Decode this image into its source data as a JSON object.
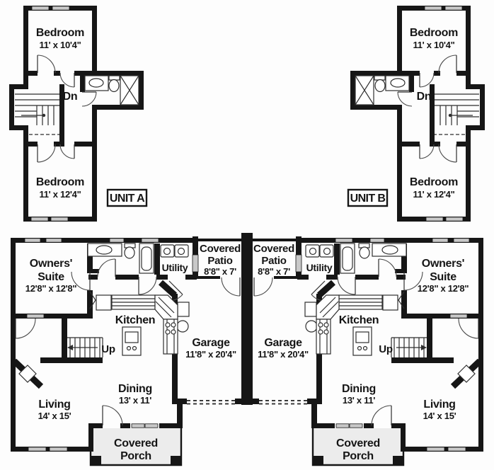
{
  "plan": {
    "unit_a_label": "UNIT A",
    "unit_b_label": "UNIT B",
    "upper": {
      "bedroom_front": {
        "name": "Bedroom",
        "dims": "11' x 10'4\""
      },
      "bedroom_rear": {
        "name": "Bedroom",
        "dims": "11' x 12'4\""
      },
      "stairs_down": "Dn"
    },
    "main": {
      "owners_suite": {
        "name1": "Owners'",
        "name2": "Suite",
        "dims": "12'8\" x 12'8\""
      },
      "utility": {
        "name": "Utility"
      },
      "covered_patio": {
        "name1": "Covered",
        "name2": "Patio",
        "dims": "8'8\" x 7'"
      },
      "garage": {
        "name": "Garage",
        "dims": "11'8\" x 20'4\""
      },
      "kitchen": {
        "name": "Kitchen"
      },
      "stairs_up": "Up",
      "dining": {
        "name": "Dining",
        "dims": "13' x 11'"
      },
      "living": {
        "name": "Living",
        "dims": "14' x 15'"
      },
      "covered_porch": {
        "name1": "Covered",
        "name2": "Porch"
      }
    }
  },
  "colors": {
    "wall": "#161616",
    "window": "#c8c8c8",
    "line": "#2e2e2e",
    "porch_floor": "#ececec",
    "background": "#fdfdfd"
  }
}
